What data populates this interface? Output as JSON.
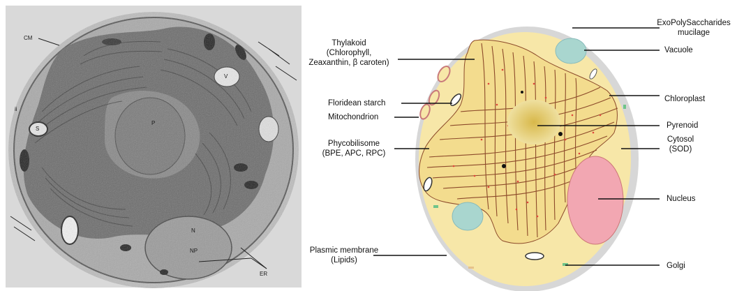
{
  "micrograph": {
    "labels": {
      "cm": "CM",
      "v": "V",
      "s": "S",
      "p": "P",
      "n": "N",
      "np": "NP",
      "er": "ER",
      "ii": "ii"
    }
  },
  "diagram": {
    "labels": {
      "thylakoid": [
        "Thylakoid",
        "(Chlorophyll,",
        "Zeaxanthin, β caroten)"
      ],
      "floridean_starch": "Floridean starch",
      "mitochondrion": "Mitochondrion",
      "phycobilisome": [
        "Phycobilisome",
        "(BPE, APC, RPC)"
      ],
      "plasmic_membrane": [
        "Plasmic membrane",
        "(Lipids)"
      ],
      "exopolysaccharides": [
        "ExoPolySaccharides",
        "mucilage"
      ],
      "vacuole": "Vacuole",
      "chloroplast": "Chloroplast",
      "pyrenoid": "Pyrenoid",
      "cytosol": [
        "Cytosol",
        "(SOD)"
      ],
      "nucleus": "Nucleus",
      "golgi": "Golgi"
    },
    "colors": {
      "cytoplasm": "#f7e7a8",
      "mucilage": "#d7d7d7",
      "chloroplast": "#f3dc8e",
      "thylakoid_line": "#8c4a2a",
      "thylakoid_dot": "#e0453a",
      "pyrenoid": "#e6d36a",
      "vacuole": "#a9d6cf",
      "nucleus": "#f2a7b2",
      "mitochondrion": "#c97a7a",
      "golgi": "#6fc48a"
    }
  }
}
